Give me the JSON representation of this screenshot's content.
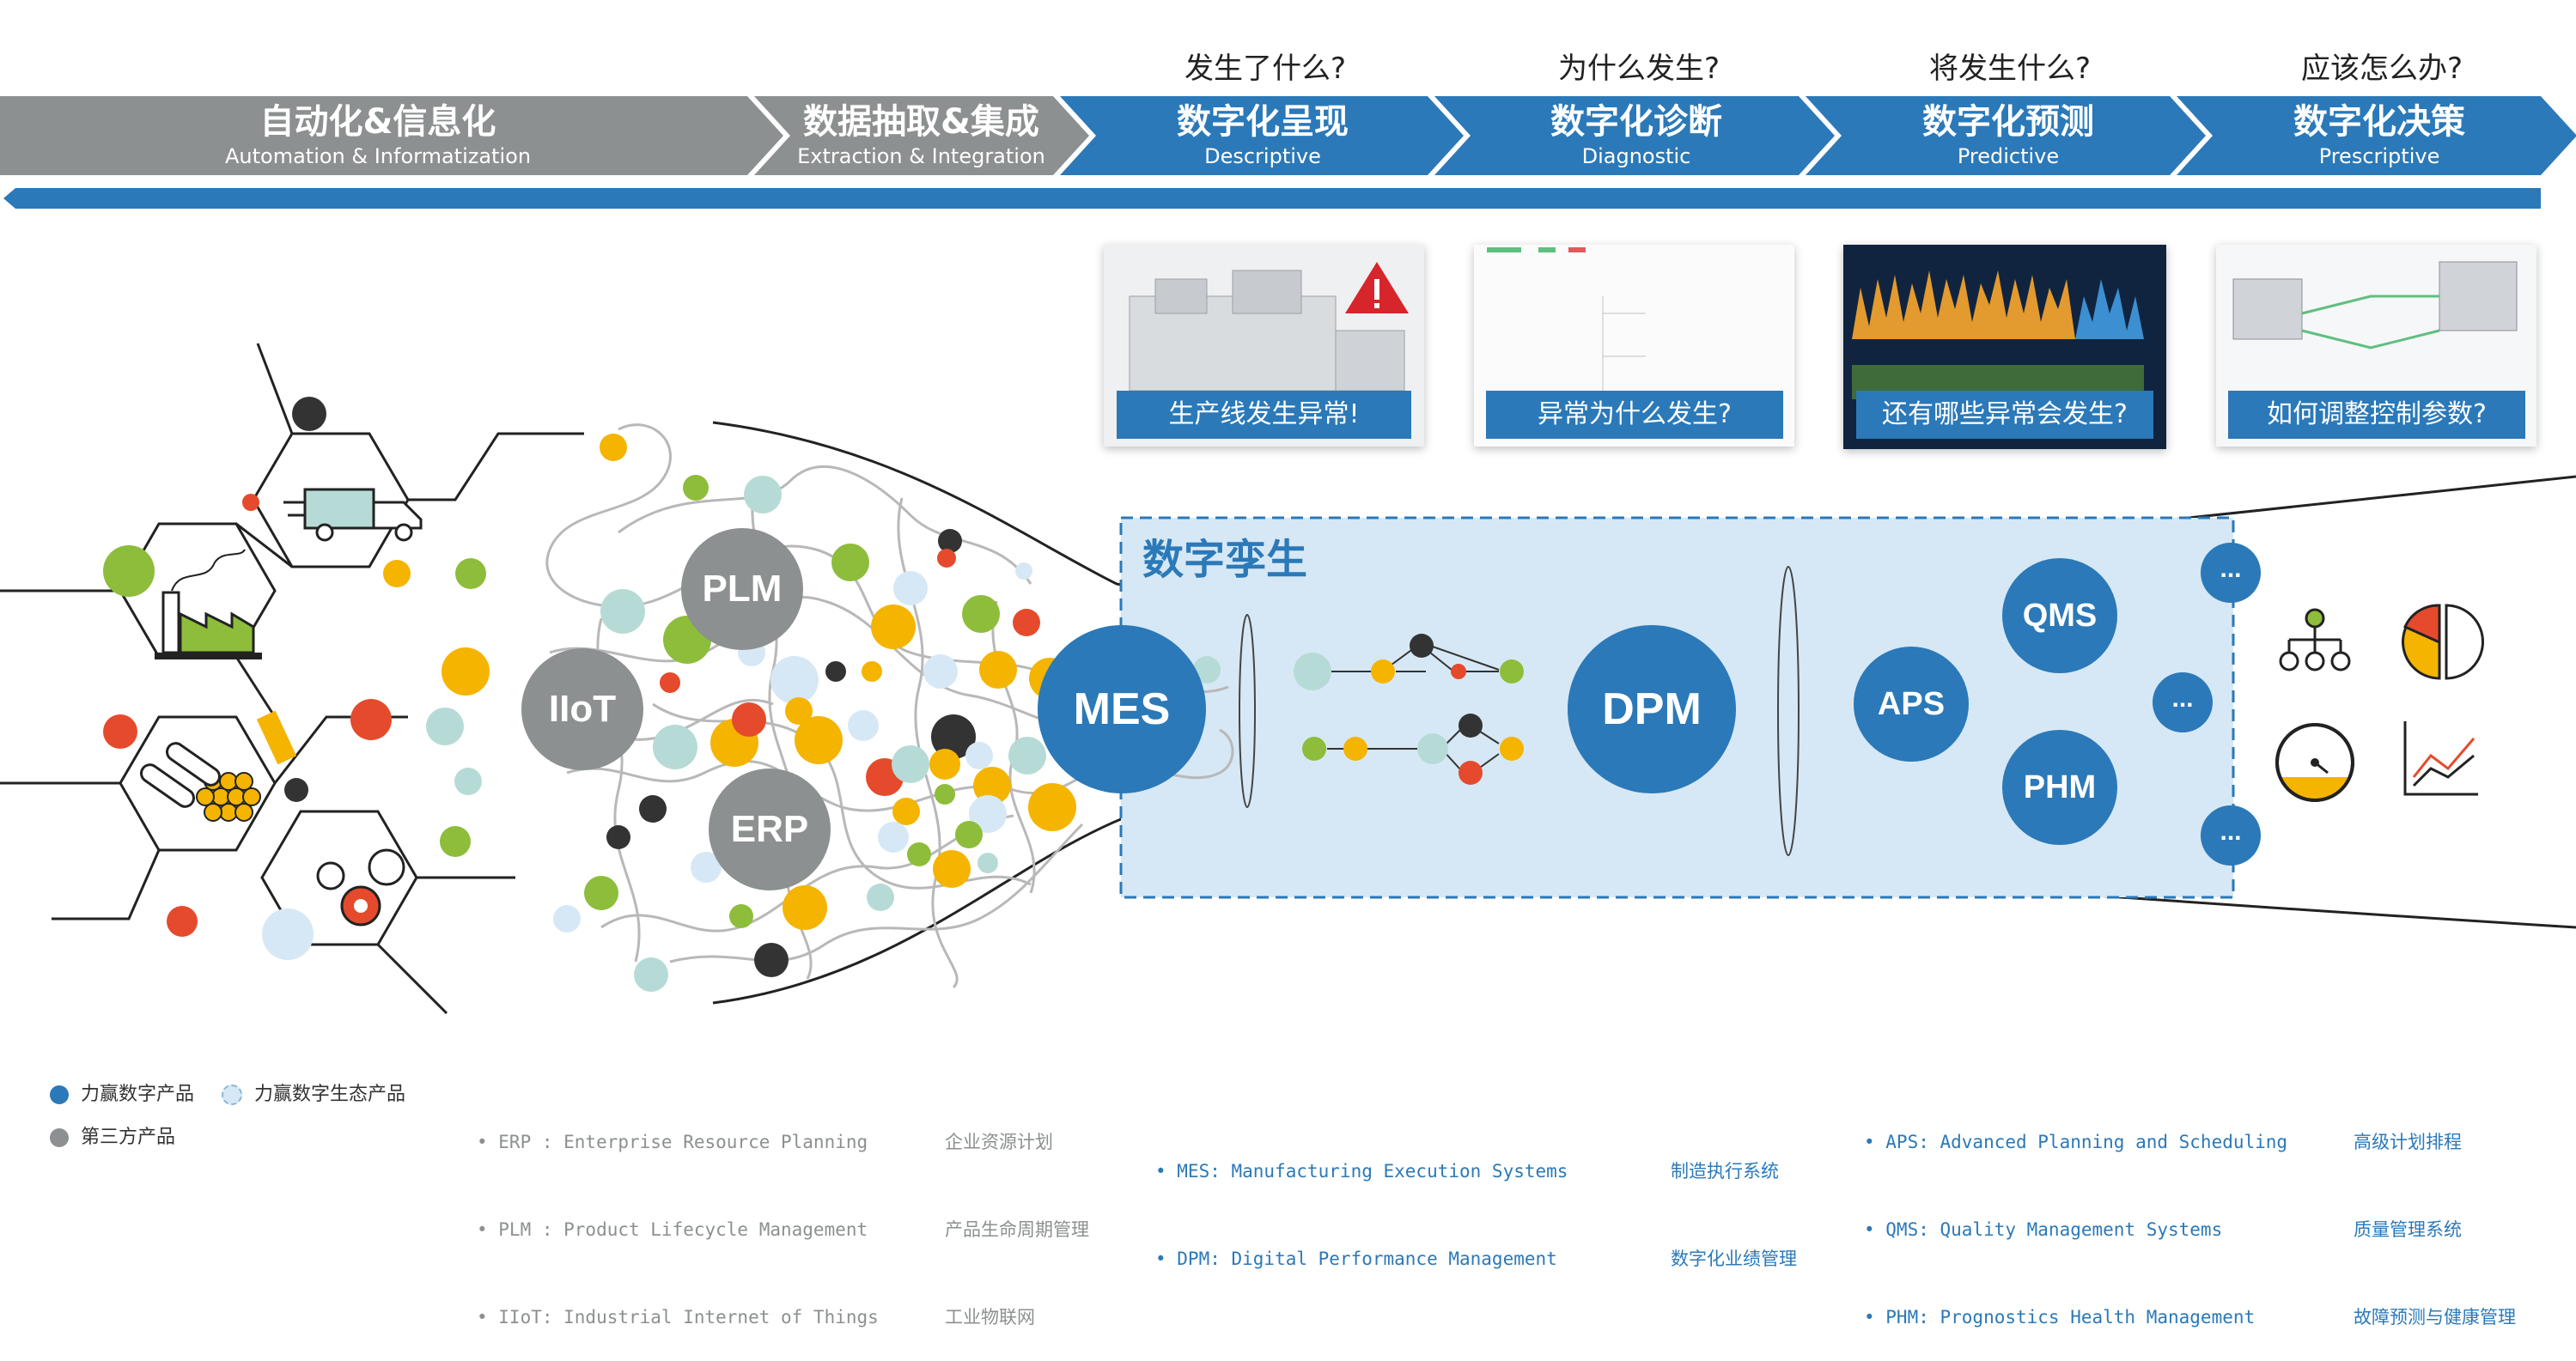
{
  "questions": [
    "发生了什么?",
    "为什么发生?",
    "将发生什么?",
    "应该怎么办?"
  ],
  "stages": [
    {
      "cn": "自动化&信息化",
      "en": "Automation & Informatization",
      "color": "#8c9090"
    },
    {
      "cn": "数据抽取&集成",
      "en": "Extraction & Integration",
      "color": "#8c9090"
    },
    {
      "cn": "数字化呈现",
      "en": "Descriptive",
      "color": "#2b79b8"
    },
    {
      "cn": "数字化诊断",
      "en": "Diagnostic",
      "color": "#2b79b8"
    },
    {
      "cn": "数字化预测",
      "en": "Predictive",
      "color": "#2b79b8"
    },
    {
      "cn": "数字化决策",
      "en": "Prescriptive",
      "color": "#2b79b8"
    }
  ],
  "captions": [
    "生产线发生异常!",
    "异常为什么发生?",
    "还有哪些异常会发生?",
    "如何调整控制参数?"
  ],
  "twin_title": "数字孪生",
  "gray_nodes": [
    "IIoT",
    "PLM",
    "ERP"
  ],
  "blue_nodes": {
    "mes": "MES",
    "dpm": "DPM",
    "aps": "APS",
    "qms": "QMS",
    "phm": "PHM",
    "more": "..."
  },
  "legend": [
    {
      "label": "力赢数字产品",
      "color": "#2b79b8"
    },
    {
      "label": "力赢数字生态产品",
      "color": "#d6e8f5"
    },
    {
      "label": "第三方产品",
      "color": "#8c9090"
    }
  ],
  "glossary_gray": [
    {
      "en": "• ERP : Enterprise Resource Planning",
      "cn": "企业资源计划"
    },
    {
      "en": "• PLM : Product Lifecycle Management",
      "cn": "产品生命周期管理"
    },
    {
      "en": "• IIoT: Industrial Internet of Things",
      "cn": "工业物联网"
    }
  ],
  "glossary_blue1": [
    {
      "en": "• MES: Manufacturing Execution Systems",
      "cn": "制造执行系统"
    },
    {
      "en": "• DPM: Digital Performance Management",
      "cn": "数字化业绩管理"
    }
  ],
  "glossary_blue2": [
    {
      "en": "• APS: Advanced Planning and Scheduling",
      "cn": "高级计划排程"
    },
    {
      "en": "• QMS: Quality Management Systems",
      "cn": "质量管理系统"
    },
    {
      "en": "• PHM: Prognostics Health Management",
      "cn": "故障预测与健康管理"
    }
  ],
  "colors": {
    "blue": "#2b79b8",
    "gray": "#8c9090",
    "light_blue": "#d6e8f5",
    "orange": "#f5b400",
    "red": "#e54a2c",
    "green": "#8dbd3a"
  }
}
